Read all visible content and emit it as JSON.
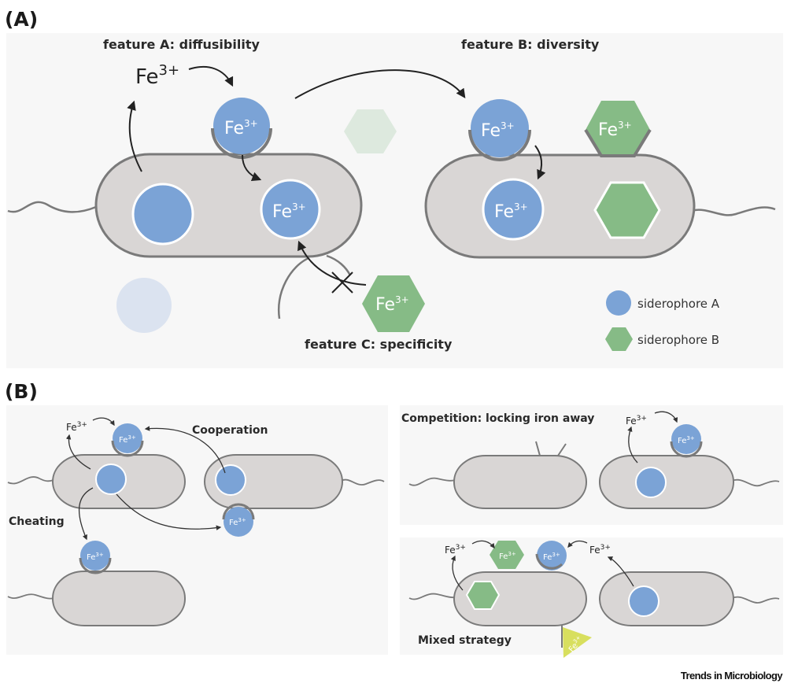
{
  "figure": {
    "journal_credit": "Trends in Microbiology",
    "colors": {
      "siderophore_a": "#7ba3d6",
      "siderophore_b": "#86bb86",
      "siderophore_c": "#d8df5e",
      "cell_fill": "#d9d6d5",
      "cell_outline": "#7a7a7a",
      "panel_background": "#f7f7f7"
    }
  },
  "panel_a": {
    "label": "(A)",
    "feature_a": "feature A: diffusibility",
    "feature_b": "feature B: diversity",
    "feature_c": "feature C: specificity",
    "fe_base": "Fe",
    "fe_charge": "3+",
    "legend": [
      {
        "shape": "circle",
        "label": "siderophore A"
      },
      {
        "shape": "hexagon",
        "label": "siderophore B"
      }
    ]
  },
  "panel_b": {
    "label": "(B)",
    "cooperation": "Cooperation",
    "cheating": "Cheating",
    "competition": "Competition: locking iron away",
    "mixed": "Mixed strategy",
    "fe_base": "Fe",
    "fe_charge": "3+"
  }
}
